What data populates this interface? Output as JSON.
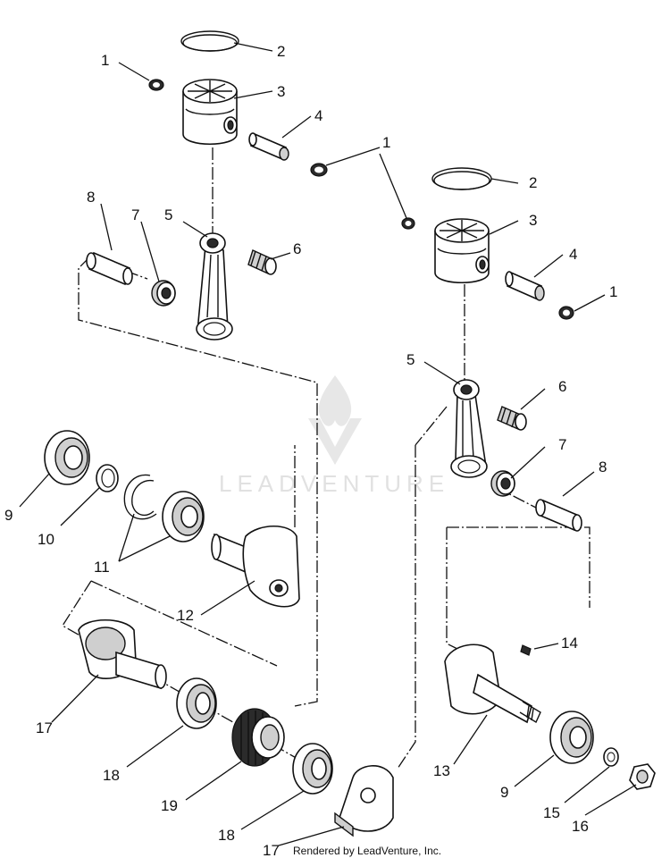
{
  "callouts": {
    "c1a": "1",
    "c2a": "2",
    "c3a": "3",
    "c4a": "4",
    "c1b": "1",
    "c2b": "2",
    "c3b": "3",
    "c4b": "4",
    "c1c": "1",
    "c8a": "8",
    "c7a": "7",
    "c5a": "5",
    "c6a": "6",
    "c5b": "5",
    "c6b": "6",
    "c7b": "7",
    "c8b": "8",
    "c9a": "9",
    "c10": "10",
    "c11": "11",
    "c12": "12",
    "c14": "14",
    "c13": "13",
    "c9b": "9",
    "c15": "15",
    "c16": "16",
    "c17a": "17",
    "c18a": "18",
    "c19": "19",
    "c18b": "18",
    "c17b": "17"
  },
  "watermark": {
    "text": "LEADVENTURE"
  },
  "footer": {
    "credit": "Rendered by LeadVenture, Inc."
  }
}
